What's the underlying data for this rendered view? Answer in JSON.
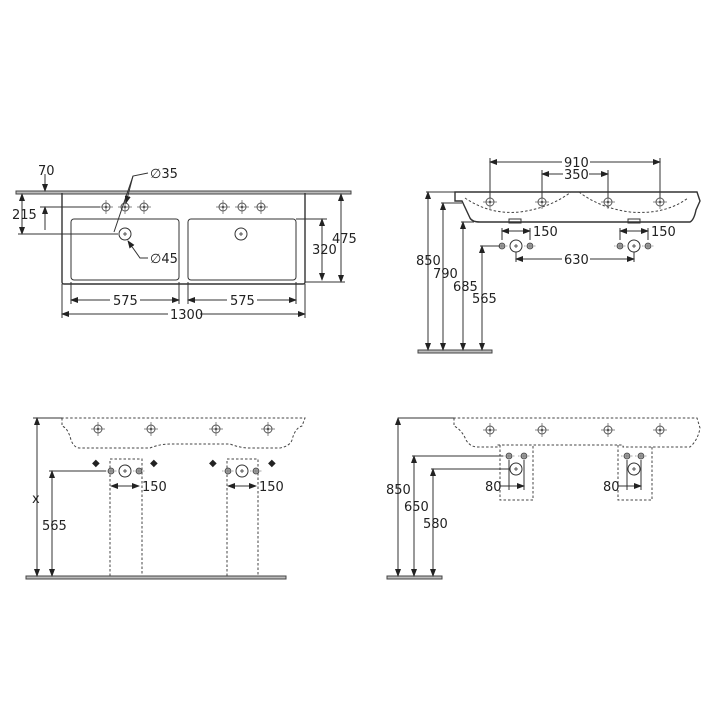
{
  "views": {
    "top": {
      "labels": {
        "d70": "70",
        "d215": "215",
        "d35": "∅35",
        "d45": "∅45",
        "d475": "475",
        "d320": "320",
        "d575a": "575",
        "d575b": "575",
        "d1300": "1300"
      }
    },
    "front": {
      "labels": {
        "d910": "910",
        "d350": "350",
        "d150a": "150",
        "d150b": "150",
        "d630": "630",
        "d850": "850",
        "d790": "790",
        "d685": "685",
        "d565": "565"
      }
    },
    "pedestal": {
      "labels": {
        "x": "x",
        "d565": "565",
        "d150a": "150",
        "d150b": "150"
      }
    },
    "wall": {
      "labels": {
        "d850": "850",
        "d650": "650",
        "d580": "580",
        "d80a": "80",
        "d80b": "80"
      }
    }
  },
  "colors": {
    "line": "#333333",
    "floor": "#bbbbbb",
    "background": "#ffffff"
  }
}
